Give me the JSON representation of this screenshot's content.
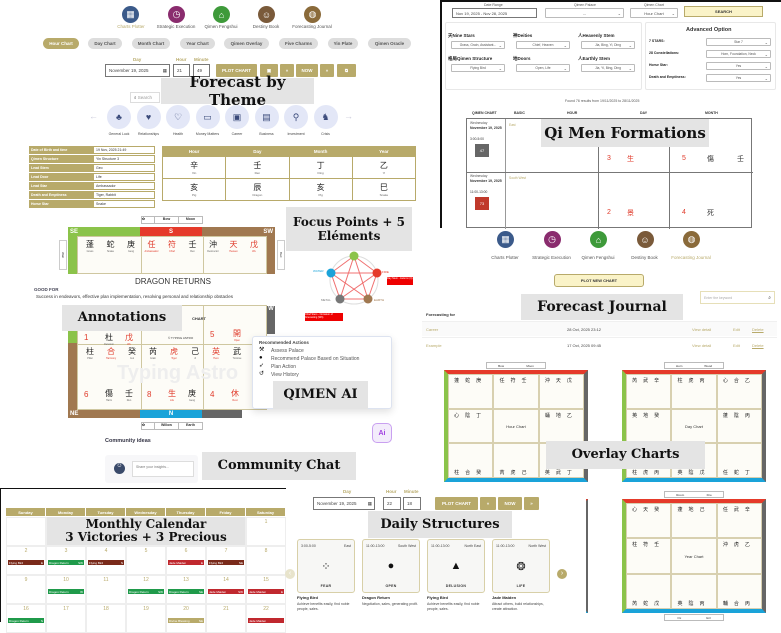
{
  "nav": [
    {
      "label": "Charts Plotter",
      "icon": "grid-icon",
      "color": "#3b5a8a"
    },
    {
      "label": "Strategic Execution",
      "icon": "clock-icon",
      "color": "#8a2c6e"
    },
    {
      "label": "Qimen Fengshui",
      "icon": "home-icon",
      "color": "#3e9a3a"
    },
    {
      "label": "Destiny Book",
      "icon": "person-icon",
      "color": "#7a5a3a"
    },
    {
      "label": "Forecasting Journal",
      "icon": "crystal-ball-icon",
      "color": "#8a6a3a"
    }
  ],
  "tabs": [
    "Hour Chart",
    "Day Chart",
    "Month Chart",
    "Year Chart",
    "Qimen Overlay",
    "Five Charms",
    "Yin Plate",
    "Qimen Oracle"
  ],
  "plot": {
    "day_label": "Day",
    "hour_label": "Hour",
    "minute_label": "Minute",
    "date": "November 19, 2025",
    "hour": "21",
    "minute": "49",
    "plot_label": "PLOT CHART",
    "prev": "«",
    "now": "NOW",
    "next": "»"
  },
  "search_placeholder": "Search",
  "themes": [
    "General Luck",
    "Relationships",
    "Health",
    "Money Matters",
    "Career",
    "Business",
    "Investment",
    "Crisis"
  ],
  "info": [
    {
      "k": "Date of Birth and time",
      "v": "19 Nov, 2025 21:49"
    },
    {
      "k": "Qimen Structure",
      "v": "Yin Structure 3"
    },
    {
      "k": "Lead Stem",
      "v": "Geo"
    },
    {
      "k": "Lead Door",
      "v": "Life"
    },
    {
      "k": "Lead Star",
      "v": "Ambassador"
    },
    {
      "k": "Death and Emptiness",
      "v": "Tiger, Rabbit"
    },
    {
      "k": "Horse Star",
      "v": "Snake"
    }
  ],
  "pillars": {
    "headers": [
      "Hour",
      "Day",
      "Month",
      "Year"
    ],
    "stems": [
      [
        "辛",
        "Xin"
      ],
      [
        "壬",
        "Ren"
      ],
      [
        "丁",
        "Ding"
      ],
      [
        "乙",
        "Yi"
      ]
    ],
    "branches": [
      [
        "亥",
        "Pig"
      ],
      [
        "辰",
        "Dragon"
      ],
      [
        "亥",
        "Pig"
      ],
      [
        "巳",
        "Snake"
      ]
    ]
  },
  "search_panel": {
    "date_range_label": "Date Range",
    "date_range": "Nov 19, 2025 - Nov 28, 2025",
    "palace_label": "Qimen Palace",
    "palace": "--",
    "chart_label": "Qimen Chart",
    "chart": "Hour Chart",
    "search": "SEARCH",
    "fields": [
      {
        "label": "天Nine Stars",
        "value": "Grass, Grain, Assistant..."
      },
      {
        "label": "神Deities",
        "value": "Chief, Heaven"
      },
      {
        "label": "人Heavenly Stem",
        "value": "Jia, Bing, Yi, Ding"
      },
      {
        "label": "格局Qimen Structure",
        "value": "Flying Bird"
      },
      {
        "label": "地Doors",
        "value": "Open, Life"
      },
      {
        "label": "人Earthly Stem",
        "value": "Jia, Yi, Bing, Ding"
      }
    ],
    "advanced_title": "Advanced Option",
    "advanced": [
      {
        "label": "7 STARS:",
        "value": "Star 7"
      },
      {
        "label": "28 Constellations:",
        "value": "Horn, Foundation, Neck"
      },
      {
        "label": "Horse Star:",
        "value": "Yes"
      },
      {
        "label": "Death and Emptiness:",
        "value": "Yes"
      }
    ],
    "found": "Found 76 results from 19/11/2025 to 28/11/2025",
    "columns": [
      "QIMEN CHART",
      "BASIC",
      "HOUR",
      "DAY",
      "MONTH"
    ],
    "results": [
      {
        "weekday": "Wednesday",
        "date": "November 19, 2025",
        "time": "3:00-5:00",
        "score": "47",
        "score_color": "#666",
        "basic": "East"
      },
      {
        "weekday": "Wednesday",
        "date": "November 19, 2025",
        "time": "11:00-13:00",
        "score": "73",
        "score_color": "#c0392b",
        "basic": "South West"
      }
    ]
  },
  "chart": {
    "top_mansion": [
      "Bow",
      "Moon"
    ],
    "bottom_mansion": [
      "Willow",
      "Earth"
    ],
    "dirs": {
      "se": "SE",
      "s": "S",
      "sw": "SW",
      "ne": "NE",
      "n": "N",
      "w": "W",
      "e": "E"
    },
    "top": [
      [
        "蓬",
        "Grass"
      ],
      [
        "蛇",
        "Snake"
      ],
      [
        "庚",
        "Geng"
      ],
      [
        "任",
        "Ambassador"
      ],
      [
        "符",
        "Chief"
      ],
      [
        "壬",
        "Ren"
      ],
      [
        "沖",
        "Destructor"
      ],
      [
        "天",
        "Heaven"
      ],
      [
        "戊",
        "Wu"
      ]
    ],
    "mid_left": {
      "num": "1",
      "door": [
        "杜",
        "Delusion"
      ],
      "stem": [
        "戊",
        "Wu"
      ]
    },
    "mid_right": {
      "num": "5",
      "door": [
        "開",
        "Open"
      ]
    },
    "center": [
      "CHART",
      "© TYPING ASTRO"
    ],
    "bottom": [
      [
        "柱",
        "Pillar"
      ],
      [
        "合",
        "Harmony"
      ],
      [
        "癸",
        "Gui"
      ],
      [
        "芮",
        "Grain"
      ],
      [
        "虎",
        "Tiger"
      ],
      [
        "己",
        "Ji"
      ],
      [
        "英",
        "Hero"
      ],
      [
        "武",
        "Tortoise"
      ]
    ],
    "bottom2": [
      {
        "num": "6",
        "door": [
          "傷",
          "Harm"
        ],
        "stem": [
          "壬",
          "Ren"
        ]
      },
      {
        "num": "8",
        "door": [
          "生",
          "Life"
        ],
        "stem": [
          "庚",
          "Geng"
        ]
      },
      {
        "num": "4",
        "door": [
          "休",
          "Rest"
        ]
      }
    ],
    "watermark": "Typing Astro"
  },
  "annotation": {
    "title": "DRAGON RETURNS",
    "good_for": "GOOD FOR",
    "text": "Success in endeavors, effective plan implementation, resolving personal and relationship obstacles"
  },
  "elements": {
    "labels": [
      "WATER",
      "FIRE",
      "METAL",
      "EARTH"
    ],
    "glyphs": [
      "木",
      "水",
      "火",
      "金",
      "土"
    ],
    "tag1": "Day Stem - Autumn (It)",
    "tag2": "Chief Stem - Occasion of forecasting (Wh)"
  },
  "ai": {
    "title": "Recommended Actions",
    "items": [
      {
        "icon": "gavel-icon",
        "label": "Assess Palace"
      },
      {
        "icon": "lightbulb-icon",
        "label": "Recommend Palace Based on Situation"
      },
      {
        "icon": "rocket-icon",
        "label": "Plan Action"
      },
      {
        "icon": "history-icon",
        "label": "View History"
      }
    ],
    "button": "Ai"
  },
  "community": {
    "title": "Community ideas",
    "placeholder": "Share your insights..."
  },
  "journal": {
    "plot_new": "PLOT NEW CHART",
    "search_placeholder": "Enter the keyword",
    "heading": "Forecasting for",
    "rows": [
      {
        "name": "Career",
        "date": "28 Oct, 2025 23:12"
      },
      {
        "name": "Example",
        "date": "17 Oct, 2025 09:45"
      }
    ],
    "view": "View detail",
    "edit": "Edit",
    "delete": "Delete"
  },
  "overlay": [
    {
      "title": "Hour Chart",
      "cells": [
        "蓬蛇庚",
        "任符壬",
        "沖天戊",
        "心陰丁",
        "",
        "蛹地乙",
        "柱合癸",
        "芮虎己",
        "英武丁"
      ]
    },
    {
      "title": "Day Chart",
      "cells": [
        "芮武辛",
        "柱虎丙",
        "心合乙",
        "英地癸",
        "",
        "蓬陰丙",
        "柱虎丙",
        "英陰戊",
        "任蛇丁"
      ]
    },
    {
      "title": "",
      "cells": [
        "",
        "",
        "",
        "",
        "",
        "",
        "",
        "",
        ""
      ]
    },
    {
      "title": "Year Chart",
      "cells": [
        "心天癸",
        "蓬地己",
        "任武辛",
        "柱符壬",
        "",
        "沖虎乙",
        "芮蛇戊",
        "英陰丙",
        "輔合丙"
      ]
    }
  ],
  "overlay_mansions": [
    "Bow",
    "Moon",
    "Horn",
    "Wood",
    "Room",
    "Fire",
    "Ox",
    "Girl"
  ],
  "calendar": {
    "days": [
      "Sunday",
      "Monday",
      "Tuesday",
      "Wednesday",
      "Thursday",
      "Friday",
      "Saturday"
    ],
    "weeks": [
      [
        null,
        null,
        null,
        null,
        null,
        null,
        {
          "d": "1"
        }
      ],
      [
        {
          "d": "2",
          "ev": "Flying Bird",
          "dir": "E",
          "c": "#7a2a1a"
        },
        {
          "d": "3",
          "ev": "Dragon Return",
          "dir": "SW",
          "c": "#1f9a4a"
        },
        {
          "d": "4",
          "ev": "Flying Bird",
          "dir": "N",
          "c": "#7a2a1a"
        },
        {
          "d": "5"
        },
        {
          "d": "6",
          "ev": "Jade Maiden",
          "dir": "E",
          "c": "#c0282e"
        },
        {
          "d": "7",
          "ev": "Flying Bird",
          "dir": "NE",
          "c": "#7a2a1a"
        },
        {
          "d": "8"
        }
      ],
      [
        {
          "d": "9"
        },
        {
          "d": "10",
          "ev": "Dragon Return",
          "dir": "W",
          "c": "#1f9a4a"
        },
        {
          "d": "11"
        },
        {
          "d": "12",
          "ev": "Dragon Return",
          "dir": "SW",
          "c": "#1f9a4a"
        },
        {
          "d": "13",
          "ev": "Dragon Return",
          "dir": "SE",
          "c": "#1f9a4a"
        },
        {
          "d": "14",
          "ev": "Jade Maiden",
          "dir": "SW",
          "c": "#c0282e"
        },
        {
          "d": "15",
          "ev": "Jade Maiden",
          "dir": "E",
          "c": "#c0282e"
        }
      ],
      [
        {
          "d": "16",
          "ev": "Dragon Return",
          "dir": "N",
          "c": "#1f9a4a"
        },
        {
          "d": "17"
        },
        {
          "d": "18"
        },
        {
          "d": "19"
        },
        {
          "d": "20",
          "ev": "Divine Blessing",
          "dir": "NE",
          "c": "#b8aa6a"
        },
        {
          "d": "21"
        },
        {
          "d": "22",
          "ev": "Jade Maiden",
          "dir": "",
          "c": "#c0282e"
        }
      ]
    ]
  },
  "daily": {
    "date": "November 19, 2025",
    "hour": "22",
    "minute": "18",
    "cards": [
      {
        "time": "3:00-5:00",
        "dir": "East",
        "symbol": "⁘",
        "name": "FEAR",
        "title": "Flying Bird",
        "desc": "Achieve benefits easily, find noble people, sales."
      },
      {
        "time": "11:00-13:00",
        "dir": "South West",
        "symbol": "●",
        "name": "OPEN",
        "title": "Dragon Return",
        "desc": "Negotiation, sales, generating profit."
      },
      {
        "time": "11:00-13:00",
        "dir": "North East",
        "symbol": "▲",
        "name": "DELUSION",
        "title": "Flying Bird",
        "desc": "Achieve benefits easily, find noble people, sales."
      },
      {
        "time": "11:00-13:00",
        "dir": "North West",
        "symbol": "❂",
        "name": "LIFE",
        "title": "Jade Maiden",
        "desc": "Attract others, build relationships, create attraction."
      }
    ]
  },
  "captions": {
    "theme": "Forecast by Theme",
    "focus": "Focus Points + 5 Eléments",
    "formations": "Qi Men Formations",
    "annotations": "Annotations",
    "ai": "QIMEN AI",
    "community": "Community Chat",
    "calendar1": "Monthly Calendar",
    "calendar2": "3 Victories + 3 Precious",
    "journal": "Forecast Journal",
    "overlay": "Overlay Charts",
    "daily": "Daily Structures"
  }
}
